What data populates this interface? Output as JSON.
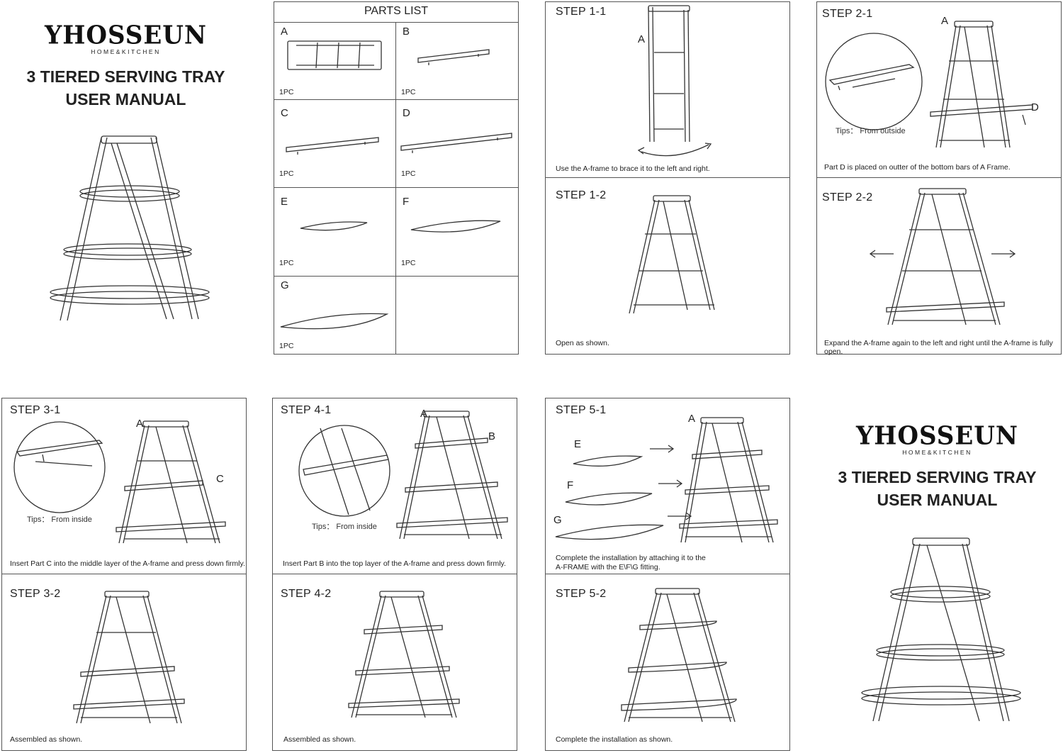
{
  "brand": {
    "name": "YHOSSEUN",
    "sub": "HOME&KITCHEN"
  },
  "cover": {
    "title_line1": "3 TIERED SERVING TRAY",
    "title_line2": "USER MANUAL"
  },
  "parts_list": {
    "title": "PARTS LIST",
    "parts": [
      {
        "letter": "A",
        "qty": "1PC"
      },
      {
        "letter": "B",
        "qty": "1PC"
      },
      {
        "letter": "C",
        "qty": "1PC"
      },
      {
        "letter": "D",
        "qty": "1PC"
      },
      {
        "letter": "E",
        "qty": "1PC"
      },
      {
        "letter": "F",
        "qty": "1PC"
      },
      {
        "letter": "G",
        "qty": "1PC"
      }
    ]
  },
  "steps": {
    "s1_1": {
      "title": "STEP 1-1",
      "caption": "Use the A-frame to brace it to the left and right.",
      "label": "A"
    },
    "s1_2": {
      "title": "STEP 1-2",
      "caption": "Open as shown."
    },
    "s2_1": {
      "title": "STEP 2-1",
      "caption": "Part D is placed on outter of the bottom bars of  A Frame.",
      "tips": "Tips：  From outside",
      "label_a": "A",
      "label_d": "D"
    },
    "s2_2": {
      "title": "STEP 2-2",
      "caption": "Expand the A-frame again to the left and right until the A-frame is fully open."
    },
    "s3_1": {
      "title": "STEP 3-1",
      "caption": "Insert Part C into the middle layer of the A-frame and press down firmly.",
      "tips": "Tips：  From inside",
      "label_a": "A",
      "label_c": "C"
    },
    "s3_2": {
      "title": "STEP 3-2",
      "caption": "Assembled as shown."
    },
    "s4_1": {
      "title": "STEP 4-1",
      "caption": "Insert Part B into the top layer of the A-frame and press down firmly.",
      "tips": "Tips：  From inside",
      "label_a": "A",
      "label_b": "B"
    },
    "s4_2": {
      "title": "STEP 4-2",
      "caption": "Assembled as shown."
    },
    "s5_1": {
      "title": "STEP 5-1",
      "caption_line1": "Complete the installation by attaching it to the",
      "caption_line2": "A-FRAME with the E\\F\\G fitting.",
      "label_a": "A",
      "label_e": "E",
      "label_f": "F",
      "label_g": "G"
    },
    "s5_2": {
      "title": "STEP 5-2",
      "caption": "Complete the installation as shown."
    }
  }
}
